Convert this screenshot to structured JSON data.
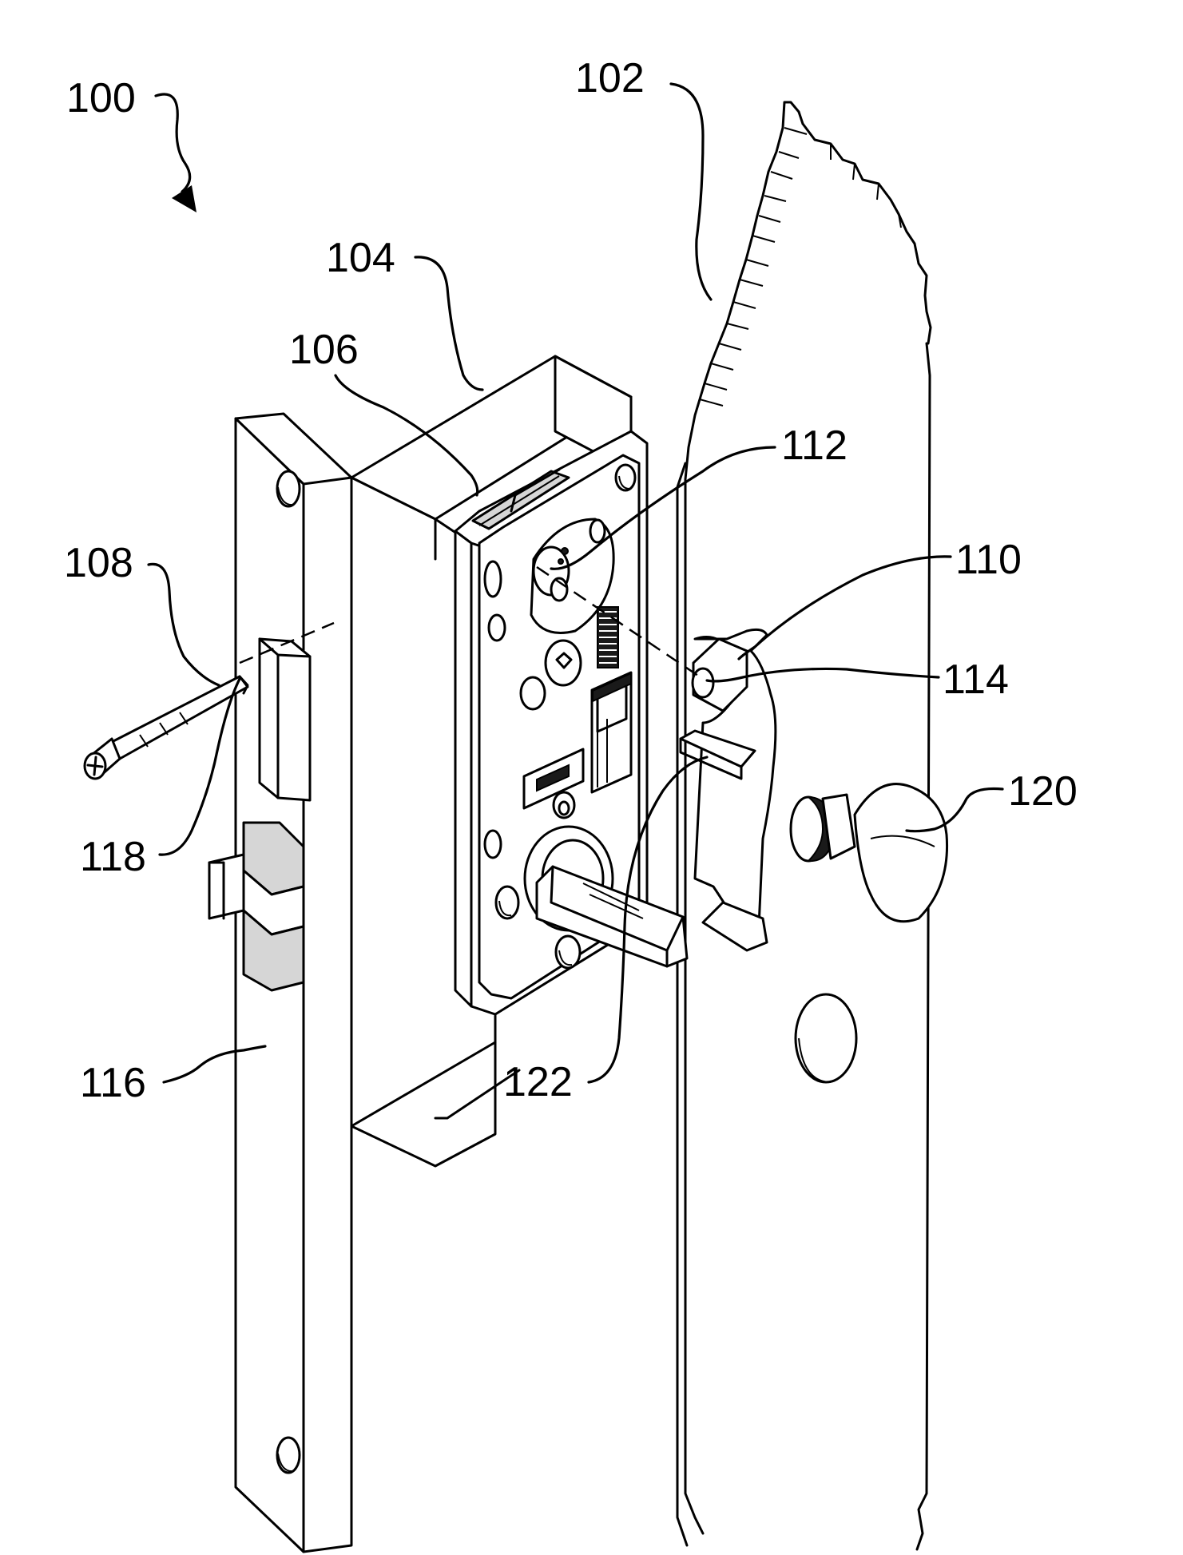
{
  "labels": {
    "l100": "100",
    "l102": "102",
    "l104": "104",
    "l106": "106",
    "l108": "108",
    "l110": "110",
    "l112": "112",
    "l114": "114",
    "l116": "116",
    "l118": "118",
    "l120": "120",
    "l122": "122"
  }
}
